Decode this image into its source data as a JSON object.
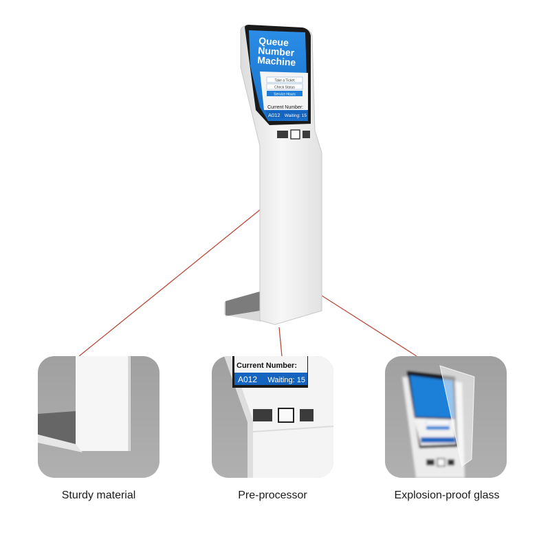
{
  "kiosk": {
    "screen_title": [
      "Queue",
      "Number",
      "Machine"
    ],
    "menu": [
      "Take a Ticket",
      "Check Status",
      "Service Hours"
    ],
    "current_label": "Current Number:",
    "current_number": "A012",
    "waiting_label": "Waiting: 15"
  },
  "details": {
    "base": {
      "caption": "Sturdy material"
    },
    "preprocessor": {
      "caption": "Pre-processor",
      "current_label": "Current Number:",
      "current_number": "A012",
      "waiting_label": "Waiting: 15"
    },
    "glass": {
      "caption": "Explosion-proof glass"
    }
  },
  "colors": {
    "screen_blue": "#1f7fd8",
    "bar_blue": "#1565c0",
    "body_white": "#f1f1f1",
    "panel_gray": "#a4a4a4",
    "leader_line": "#b94a3a"
  }
}
